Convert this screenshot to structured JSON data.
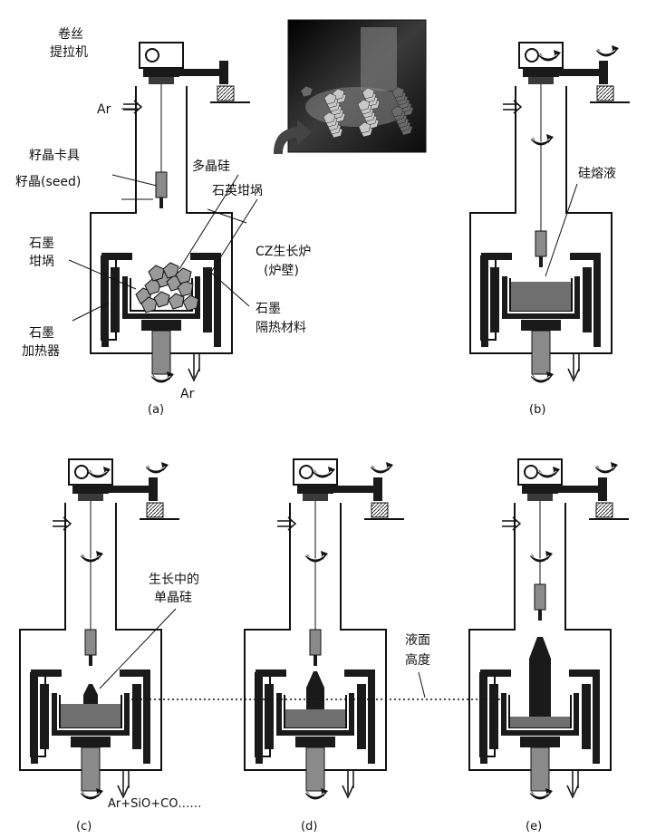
{
  "labels": {
    "winder_line1": "卷丝",
    "winder_line2": "提拉机",
    "ar_in": "Ar",
    "seed_holder": "籽晶卡具",
    "seed": "籽晶(seed)",
    "polysilicon": "多晶硅",
    "quartz_crucible": "石英坩埚",
    "graphite_crucible_line1": "石墨",
    "graphite_crucible_line2": "坩埚",
    "furnace_wall_line1": "CZ生长炉",
    "furnace_wall_line2": "(炉壁)",
    "graphite_heater_line1": "石墨",
    "graphite_heater_line2": "加热器",
    "graphite_insulation_line1": "石墨",
    "graphite_insulation_line2": "隔热材料",
    "ar_out": "Ar",
    "silicon_melt": "硅熔液",
    "growing_crystal_line1": "生长中的",
    "growing_crystal_line2": "单晶硅",
    "melt_level_line1": "液面",
    "melt_level_line2": "高度",
    "exhaust": "Ar+SiO+CO……"
  },
  "captions": [
    "(a)",
    "(b)",
    "(c)",
    "(d)",
    "(e)"
  ],
  "photo": {
    "description_icon": "polysilicon-chunks-photo"
  },
  "colors": {
    "ink": "#111111",
    "graphite_dark": "#1a1a1a",
    "graphite_mid": "#3a3a3a",
    "melt": "#6f6f6f",
    "rod": "#8a8a8a",
    "quartz": "#ffffff"
  }
}
